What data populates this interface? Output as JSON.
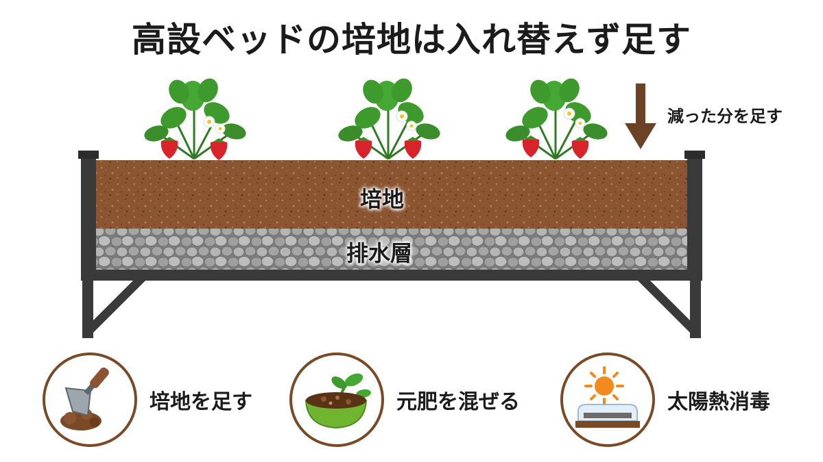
{
  "title": "高設ベッドの培地は入れ替えず足す",
  "bed": {
    "soil_label": "培地",
    "drainage_label": "排水層",
    "note_label": "減った分を足す"
  },
  "actions": [
    {
      "label": "培地を足す",
      "icon": "trowel-soil-icon"
    },
    {
      "label": "元肥を混ぜる",
      "icon": "fertilizer-bowl-icon"
    },
    {
      "label": "太陽熱消毒",
      "icon": "sun-cover-icon"
    }
  ],
  "colors": {
    "soil": "#8a5530",
    "gravel": "#9a9a9a",
    "frame": "#3a3a3a",
    "arrow": "#6b4226",
    "circle_border": "#7a4a26",
    "leaf": "#3f9a2e",
    "berry": "#d8232a"
  }
}
